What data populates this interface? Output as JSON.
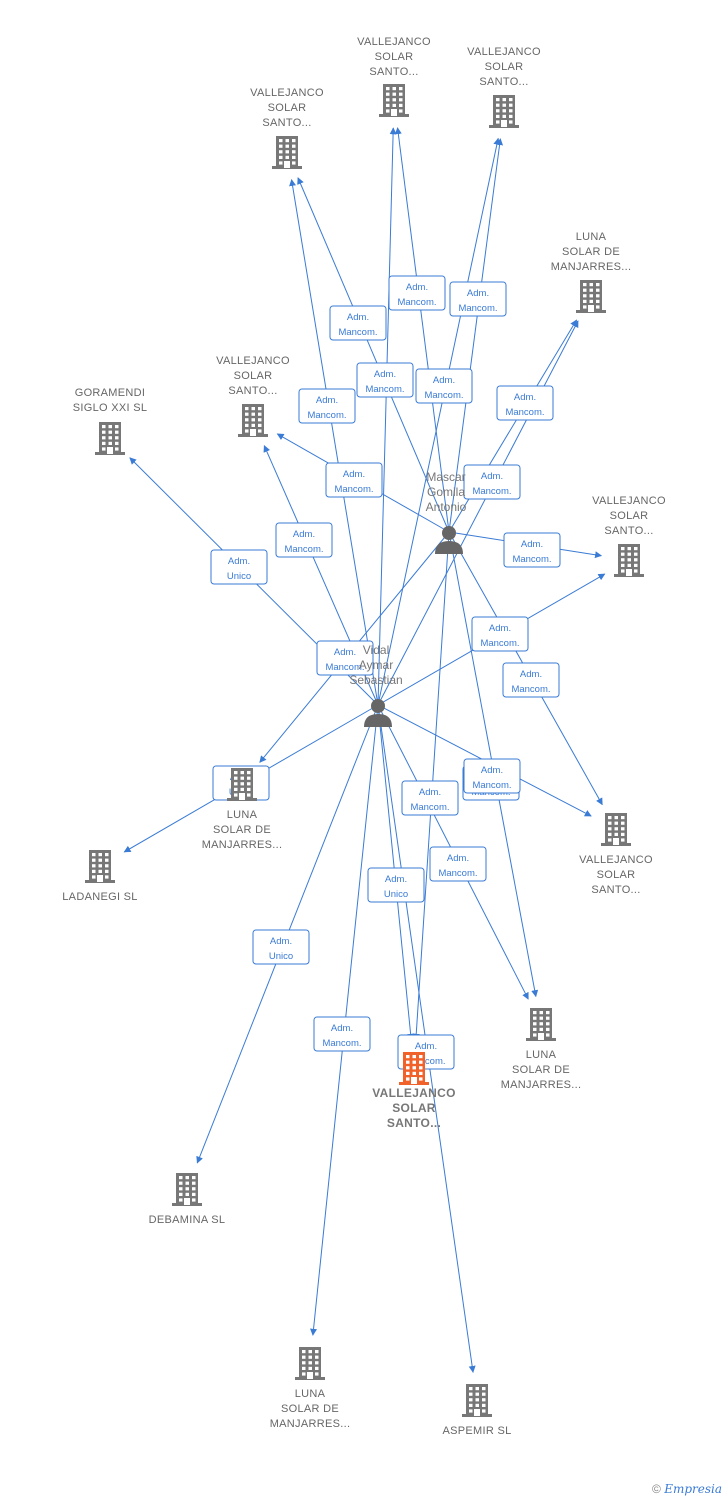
{
  "colors": {
    "edge": "#3a7bd5",
    "company": "#777777",
    "main_company": "#f0622a",
    "person": "#666666"
  },
  "footer": {
    "copyright": "©",
    "brand": "Empresia"
  },
  "companies": [
    {
      "id": "c1",
      "lines": [
        "VALLEJANCO",
        "SOLAR",
        "SANTO..."
      ],
      "main": false
    },
    {
      "id": "c2",
      "lines": [
        "VALLEJANCO",
        "SOLAR",
        "SANTO..."
      ],
      "main": false
    },
    {
      "id": "c3",
      "lines": [
        "VALLEJANCO",
        "SOLAR",
        "SANTO..."
      ],
      "main": false
    },
    {
      "id": "c4",
      "lines": [
        "LUNA",
        "SOLAR DE",
        "MANJARRES..."
      ],
      "main": false
    },
    {
      "id": "c5",
      "lines": [
        "VALLEJANCO",
        "SOLAR",
        "SANTO..."
      ],
      "main": false
    },
    {
      "id": "c6",
      "lines": [
        "GORAMENDI",
        "SIGLO XXI SL"
      ],
      "main": false
    },
    {
      "id": "c7",
      "lines": [
        "VALLEJANCO",
        "SOLAR",
        "SANTO..."
      ],
      "main": false
    },
    {
      "id": "c8",
      "lines": [
        "LUNA",
        "SOLAR DE",
        "MANJARRES..."
      ],
      "main": false
    },
    {
      "id": "c9",
      "lines": [
        "LADANEGI SL"
      ],
      "main": false
    },
    {
      "id": "c10",
      "lines": [
        "VALLEJANCO",
        "SOLAR",
        "SANTO..."
      ],
      "main": false
    },
    {
      "id": "c11",
      "lines": [
        "LUNA",
        "SOLAR DE",
        "MANJARRES..."
      ],
      "main": false
    },
    {
      "id": "c12",
      "lines": [
        "VALLEJANCO",
        "SOLAR",
        "SANTO..."
      ],
      "main": true
    },
    {
      "id": "c13",
      "lines": [
        "DEBAMINA SL"
      ],
      "main": false
    },
    {
      "id": "c14",
      "lines": [
        "LUNA",
        "SOLAR DE",
        "MANJARRES..."
      ],
      "main": false
    },
    {
      "id": "c15",
      "lines": [
        "ASPEMIR SL"
      ],
      "main": false
    }
  ],
  "persons": [
    {
      "id": "p1",
      "lines": [
        "Mascar",
        "Gomila",
        "Antonio"
      ]
    },
    {
      "id": "p2",
      "lines": [
        "Vidal",
        "Aymar",
        "Sebastian"
      ]
    }
  ],
  "edges": [
    {
      "from": "p1",
      "to": "c1",
      "label": [
        "Adm.",
        "Mancom."
      ]
    },
    {
      "from": "p1",
      "to": "c2",
      "label": [
        "Adm.",
        "Mancom."
      ]
    },
    {
      "from": "p1",
      "to": "c3",
      "label": [
        "Adm.",
        "Mancom."
      ]
    },
    {
      "from": "p1",
      "to": "c4",
      "label": [
        "Adm.",
        "Mancom."
      ]
    },
    {
      "from": "p1",
      "to": "c5",
      "label": [
        "Adm.",
        "Mancom."
      ]
    },
    {
      "from": "p1",
      "to": "c7",
      "label": [
        "Adm.",
        "Mancom."
      ]
    },
    {
      "from": "p1",
      "to": "c8",
      "label": [
        "Adm.",
        "Mancom."
      ]
    },
    {
      "from": "p1",
      "to": "c10",
      "label": [
        "Adm.",
        "Mancom."
      ]
    },
    {
      "from": "p1",
      "to": "c11",
      "label": [
        "Adm.",
        "Mancom."
      ]
    },
    {
      "from": "p1",
      "to": "c12",
      "label": [
        "Adm.",
        "Mancom."
      ]
    },
    {
      "from": "p2",
      "to": "c1",
      "label": [
        "Adm.",
        "Mancom."
      ]
    },
    {
      "from": "p2",
      "to": "c2",
      "label": [
        "Adm.",
        "Mancom."
      ]
    },
    {
      "from": "p2",
      "to": "c3",
      "label": [
        "Adm.",
        "Mancom."
      ]
    },
    {
      "from": "p2",
      "to": "c4",
      "label": [
        "Adm.",
        "Mancom."
      ]
    },
    {
      "from": "p2",
      "to": "c5",
      "label": [
        "Adm.",
        "Mancom."
      ]
    },
    {
      "from": "p2",
      "to": "c6",
      "label": [
        "Adm.",
        "Unico"
      ]
    },
    {
      "from": "p2",
      "to": "c7",
      "label": [
        "Adm.",
        "Mancom."
      ]
    },
    {
      "from": "p2",
      "to": "c9",
      "label": [
        "Adm.",
        "Unico"
      ]
    },
    {
      "from": "p2",
      "to": "c10",
      "label": [
        "Adm.",
        "Mancom."
      ]
    },
    {
      "from": "p2",
      "to": "c11",
      "label": [
        "Adm.",
        "Mancom."
      ]
    },
    {
      "from": "p2",
      "to": "c12",
      "label": [
        "Adm.",
        "Unico"
      ]
    },
    {
      "from": "p2",
      "to": "c13",
      "label": [
        "Adm.",
        "Unico"
      ]
    },
    {
      "from": "p2",
      "to": "c14",
      "label": [
        "Adm.",
        "Mancom."
      ]
    },
    {
      "from": "p2",
      "to": "c15",
      "label": [
        "Adm.",
        "Mancom."
      ]
    }
  ]
}
